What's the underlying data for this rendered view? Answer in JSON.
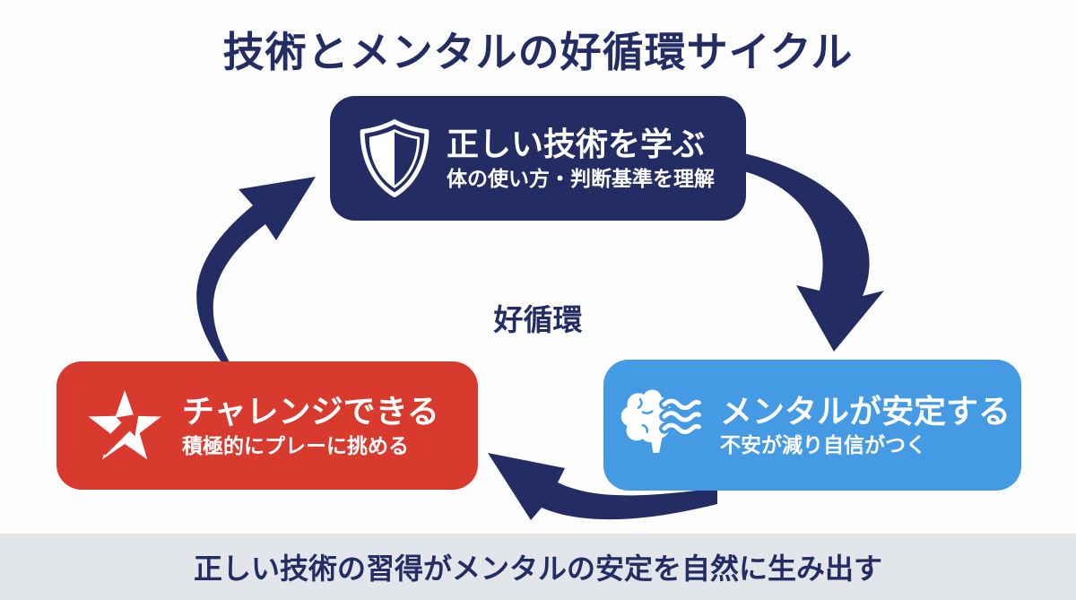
{
  "title": "技術とメンタルの好循環サイクル",
  "center_label": "好循環",
  "nodes": [
    {
      "id": "learn-technique",
      "title": "正しい技術を学ぶ",
      "subtitle": "体の使い方・判断基準を理解",
      "icon": "shield-icon",
      "color": "#232d64"
    },
    {
      "id": "mental-stability",
      "title": "メンタルが安定する",
      "subtitle": "不安が減り自信がつく",
      "icon": "brain-icon",
      "color": "#459ae4"
    },
    {
      "id": "challenge",
      "title": "チャレンジできる",
      "subtitle": "積極的にプレーに挑める",
      "icon": "star-arrow-icon",
      "color": "#d93a2e"
    }
  ],
  "footer": {
    "text": "正しい技術の習得がメンタルの安定を自然に生み出す"
  },
  "colors": {
    "navy": "#232d64",
    "blue": "#459ae4",
    "red": "#d93a2e",
    "footer_bg": "#e2e5e9",
    "background": "#fdfdfe",
    "text_on_dark": "#ffffff"
  }
}
